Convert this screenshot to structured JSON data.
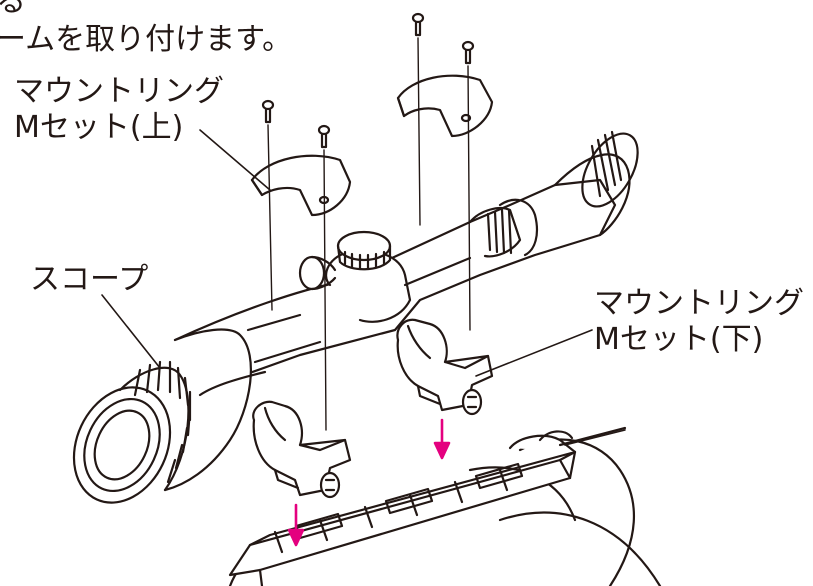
{
  "intro": {
    "line1": "る",
    "line2": "ームを取り付けます。"
  },
  "labels": {
    "upper_ring": {
      "line1": "マウントリング",
      "line2": "Mセット(上)"
    },
    "scope": "スコープ",
    "lower_ring": {
      "line1": "マウントリング",
      "line2": "Mセット(下)"
    }
  },
  "colors": {
    "line": "#231815",
    "arrow": "#e4007f",
    "paper": "#ffffff"
  }
}
